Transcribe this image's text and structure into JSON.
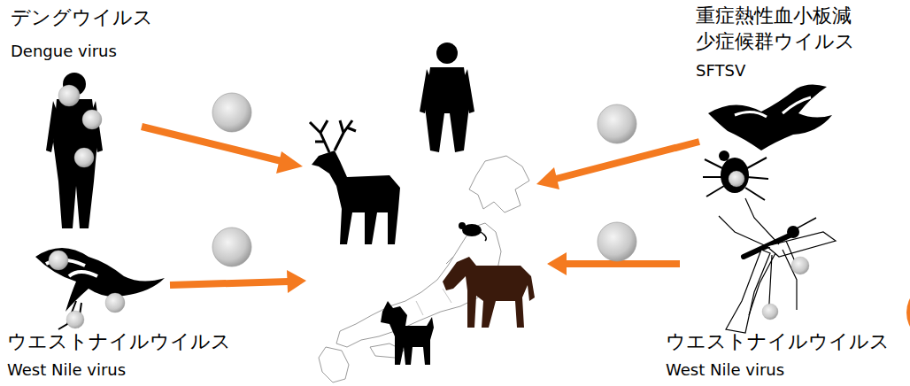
{
  "diagram": {
    "labels": [
      "デングウイルス",
      "Dengue virus",
      "重症熱性血小板減 少症候群ウイルス",
      "SFTSV",
      "ウエストナイルウイルス",
      "West Nile virus",
      "ウエストナイルウイルス",
      "West Nile virus"
    ]
  }
}
